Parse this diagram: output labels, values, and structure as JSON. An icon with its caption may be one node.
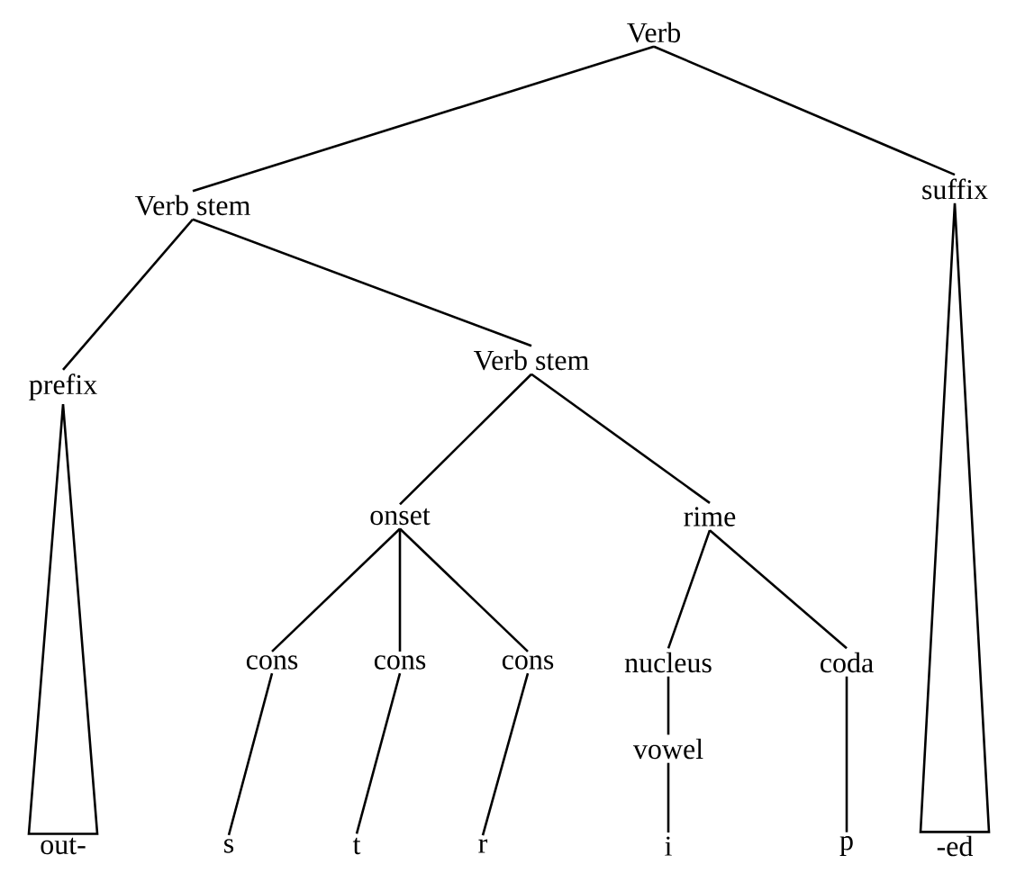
{
  "diagram": {
    "nodes": [
      {
        "text": [
          "Verb"
        ]
      },
      {
        "text": [
          "Verb stem"
        ]
      },
      {
        "text": [
          "suffix"
        ]
      },
      {
        "text": [
          "prefix"
        ]
      },
      {
        "text": [
          "Verb stem"
        ]
      },
      {
        "text": [
          "onset"
        ]
      },
      {
        "text": [
          "rime"
        ]
      },
      {
        "text": [
          "cons"
        ]
      },
      {
        "text": [
          "cons"
        ]
      },
      {
        "text": [
          "cons"
        ]
      },
      {
        "text": [
          "nucleus"
        ]
      },
      {
        "text": [
          "coda"
        ]
      },
      {
        "text": [
          "vowel"
        ]
      },
      {
        "text": [
          "out-"
        ]
      },
      {
        "text": [
          "s"
        ]
      },
      {
        "text": [
          "t"
        ]
      },
      {
        "text": [
          "r"
        ]
      },
      {
        "text": [
          "i"
        ]
      },
      {
        "text": [
          "p"
        ]
      },
      {
        "text": [
          "-ed"
        ]
      }
    ],
    "edges": [
      {
        "from": 0,
        "to": 1,
        "arrow": "none"
      },
      {
        "from": 0,
        "to": 2,
        "arrow": "none"
      },
      {
        "from": 1,
        "to": 3,
        "arrow": "none"
      },
      {
        "from": 1,
        "to": 4,
        "arrow": "none"
      },
      {
        "from": 3,
        "to": 13,
        "arrow": "none"
      },
      {
        "from": 4,
        "to": 5,
        "arrow": "none"
      },
      {
        "from": 4,
        "to": 6,
        "arrow": "none"
      },
      {
        "from": 5,
        "to": 7,
        "arrow": "none"
      },
      {
        "from": 5,
        "to": 8,
        "arrow": "none"
      },
      {
        "from": 5,
        "to": 9,
        "arrow": "none"
      },
      {
        "from": 6,
        "to": 10,
        "arrow": "none"
      },
      {
        "from": 6,
        "to": 11,
        "arrow": "none"
      },
      {
        "from": 7,
        "to": 14,
        "arrow": "none"
      },
      {
        "from": 8,
        "to": 15,
        "arrow": "none"
      },
      {
        "from": 9,
        "to": 16,
        "arrow": "none"
      },
      {
        "from": 10,
        "to": 12,
        "arrow": "none"
      },
      {
        "from": 12,
        "to": 17,
        "arrow": "none"
      },
      {
        "from": 11,
        "to": 18,
        "arrow": "none"
      },
      {
        "from": 2,
        "to": 19,
        "arrow": "none"
      }
    ]
  }
}
